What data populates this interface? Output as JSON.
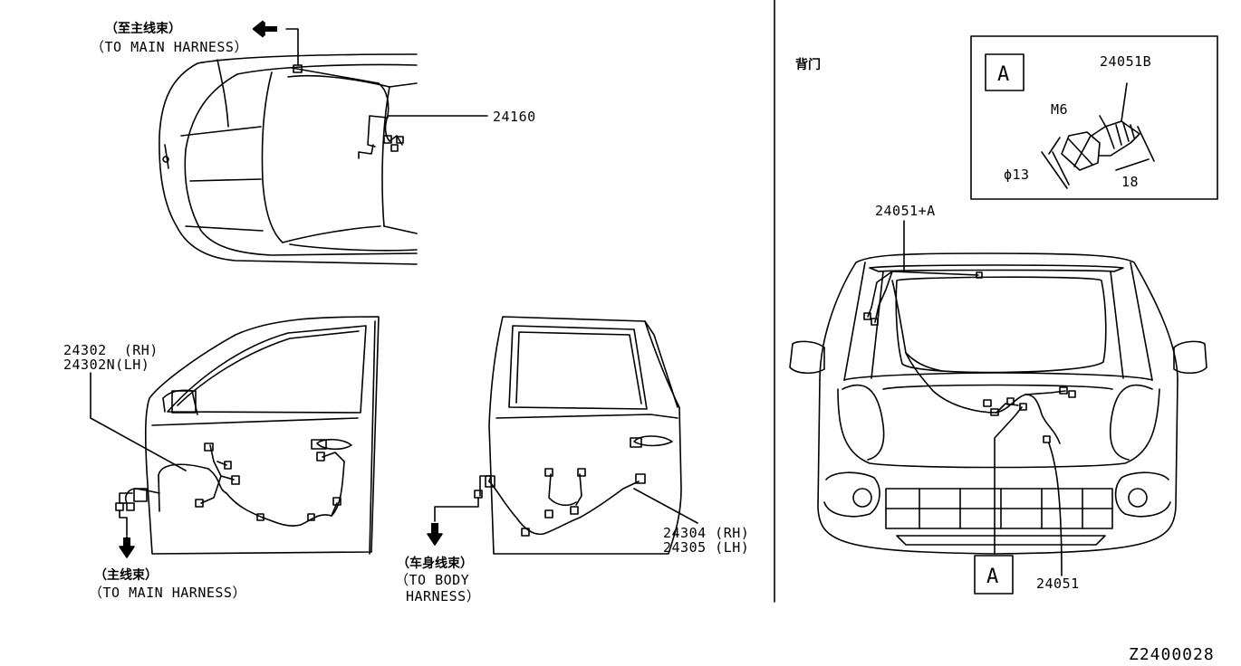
{
  "labels": {
    "top_cn": "（至主线束）",
    "top_en": "（TO MAIN HARNESS）",
    "hood_part": "24160",
    "front_door_rh": "24302  (RH)",
    "front_door_lh": "24302N(LH)",
    "front_cn": "（主线束）",
    "front_en": "（TO MAIN HARNESS）",
    "rear_door_rh": "24304 (RH)",
    "rear_door_lh": "24305 (LH)",
    "rear_cn": "（车身线束）",
    "rear_en_1": "（TO BODY",
    "rear_en_2": "HARNESS）",
    "back_door_title": "背门",
    "detail_tag": "A",
    "bolt_part": "24051B",
    "bolt_thread": "M6",
    "bolt_dia": "ϕ13",
    "bolt_len": "18",
    "back_harness": "24051+A",
    "back_tag": "A",
    "back_part": "24051",
    "diagram_code": "Z2400028"
  }
}
